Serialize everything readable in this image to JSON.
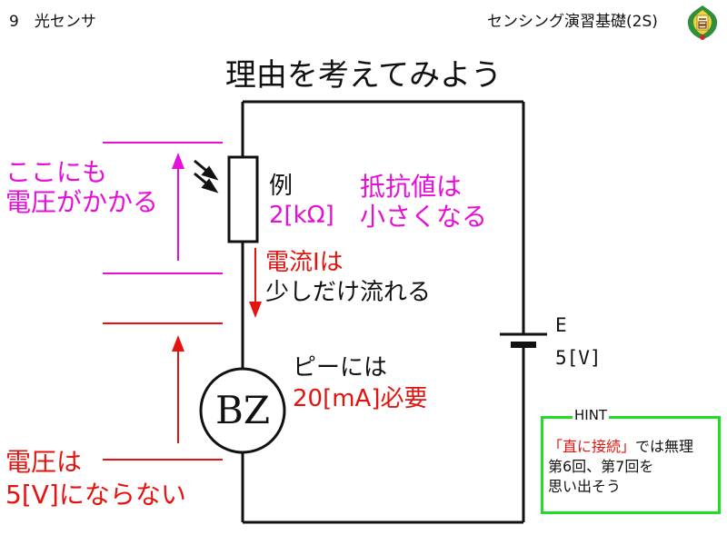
{
  "header": {
    "section": "9　光センサ",
    "course": "センシング演習基礎(2S)"
  },
  "slide": {
    "title": "理由を考えてみよう"
  },
  "left_annotations": {
    "voltage_here_1": "ここにも",
    "voltage_here_2": "電圧がかかる",
    "bz_voltage_1": "電圧は",
    "bz_voltage_2": "5[V]にならない"
  },
  "resistor": {
    "example_label": "例",
    "example_value": "2[kΩ]",
    "note_1": "抵抗値は",
    "note_2": "小さくなる"
  },
  "current": {
    "label_1": "電流Iは",
    "label_2": "少しだけ流れる"
  },
  "buzzer": {
    "symbol": "BZ",
    "note_1": "ピーには",
    "note_2": "20[mA]必要"
  },
  "battery": {
    "label": "E",
    "value": "5[V]"
  },
  "hint": {
    "title": "HINT",
    "line1_quote": "「直に接続」",
    "line1_rest": "では無理",
    "line2": "第6回、第7回を",
    "line3": "思い出そう"
  },
  "colors": {
    "magenta": "#e60ed8",
    "red": "#e3140f",
    "hint_border": "#22dd22"
  },
  "icons": [
    "light-rays-icon",
    "school-emblem-icon"
  ]
}
